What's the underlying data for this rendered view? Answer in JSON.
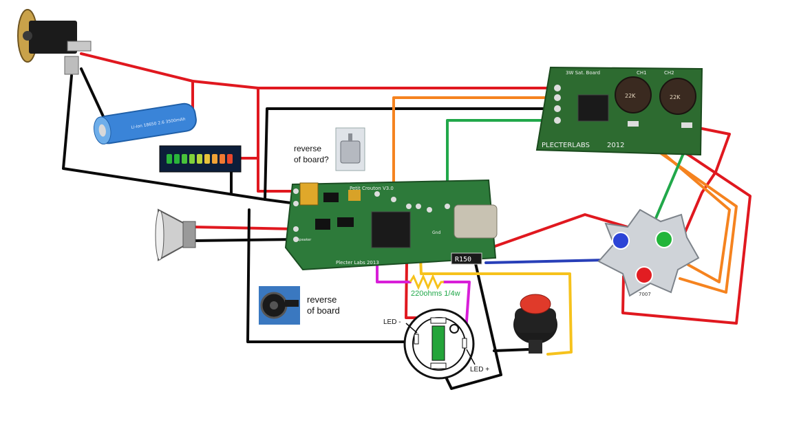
{
  "labels": {
    "reverse_board_q_line1": "reverse",
    "reverse_board_q_line2": "of board?",
    "reverse_board_line1": "reverse",
    "reverse_board_line2": "of board",
    "resistor": "220ohms 1/4w",
    "led_minus": "LED -",
    "led_plus": "LED +"
  },
  "main_board": {
    "name": "Petit Crouton V3.0",
    "footer": "Plecter Labs 2013",
    "resistor_marking": "R150",
    "pin_gnd": "Gnd",
    "pin_speaker": "Speaker"
  },
  "sat_board": {
    "name": "3W Sat. Board",
    "brand": "PLECTERLABS",
    "year": "2012",
    "ch1": "CH1",
    "ch2": "CH2",
    "inductor_marking_1": "22K",
    "inductor_marking_2": "22K"
  },
  "battery": {
    "marking": "Li-Ion 18650 2.6 3500mAh"
  },
  "led_star": {
    "marking": "7007",
    "led_colors": [
      "#2c44d6",
      "#22b53a",
      "#e21d22"
    ]
  },
  "bargraph": {
    "segment_colors": [
      "#2ab53a",
      "#2ab53a",
      "#48c23a",
      "#7fd13a",
      "#b8d43a",
      "#e8c23a",
      "#f0a236",
      "#ef7a32",
      "#e8472c"
    ]
  },
  "wire_colors": {
    "red": "#e0181f",
    "black": "#0a0a0a",
    "orange": "#f5831f",
    "green": "#21a84a",
    "yellow": "#f6c21c",
    "magenta": "#d81ed8",
    "blue": "#283fb8"
  }
}
